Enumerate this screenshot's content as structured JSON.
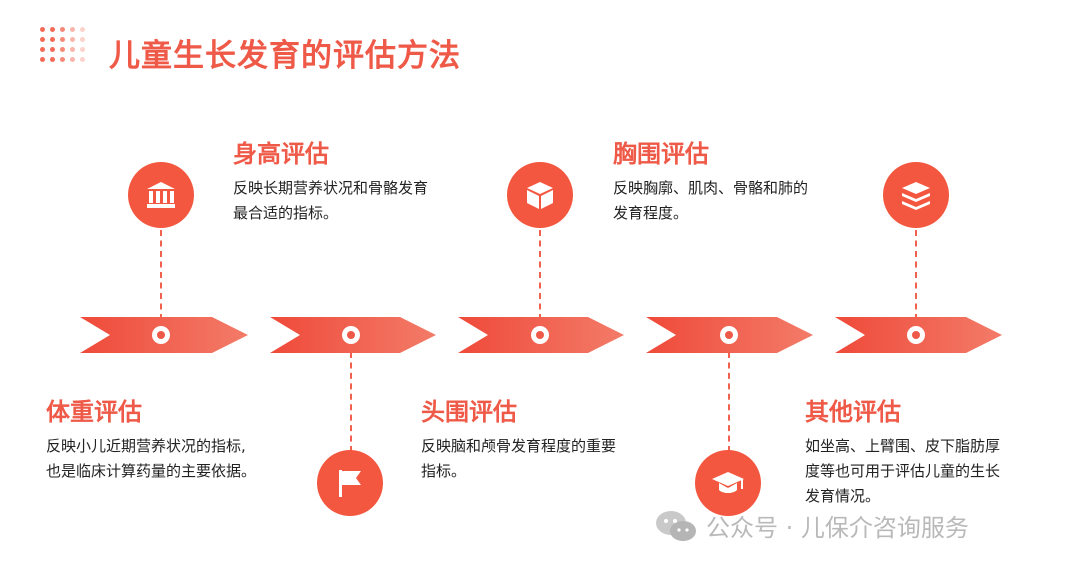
{
  "header": {
    "title": "儿童生长发育的评估方法"
  },
  "items": [
    {
      "title": "体重评估",
      "desc_line1": "反映小儿近期营养状况的指标,",
      "desc_line2": "也是临床计算药量的主要依据。",
      "icon": "flag-icon"
    },
    {
      "title": "身高评估",
      "desc_line1": "反映长期营养状况和骨骼发育",
      "desc_line2": "最合适的指标。",
      "icon": "bank-icon"
    },
    {
      "title": "头围评估",
      "desc_line1": "反映脑和颅骨发育程度的重要",
      "desc_line2": "指标。",
      "icon": "cube-icon"
    },
    {
      "title": "胸围评估",
      "desc_line1": "反映胸廓、肌肉、骨骼和肺的",
      "desc_line2": "发育程度。",
      "icon": "graduation-cap-icon"
    },
    {
      "title": "其他评估",
      "desc_line1": "如坐高、上臂围、皮下脂肪厚",
      "desc_line2": "度等也可用于评估儿童的生长",
      "desc_line3": "发育情况。",
      "icon": "layers-icon"
    }
  ],
  "watermark": {
    "text": "公众号 · 儿保介咨询服务"
  },
  "colors": {
    "accent": "#ef5a48",
    "arrow_dark": "#ef4a3a",
    "arrow_light": "#f37b68"
  }
}
